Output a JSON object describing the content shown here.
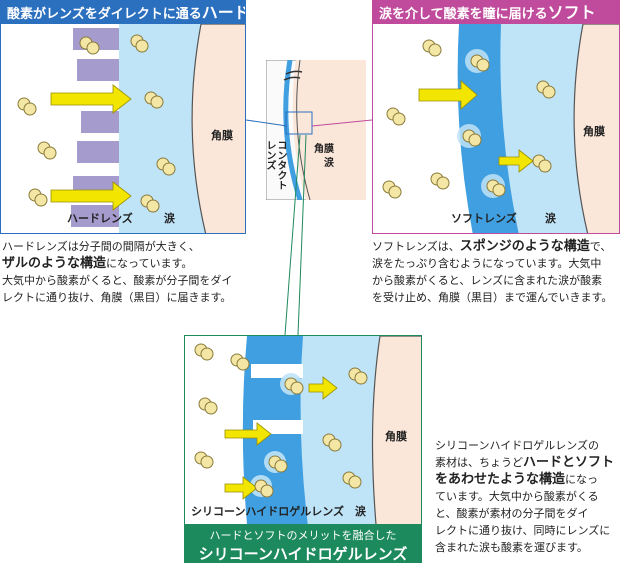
{
  "hard": {
    "title_pre": "酸素がレンズをダイレクトに通る",
    "title_big": "ハード",
    "title_color": "#2b6fbf",
    "lens_label": "ハードレンズ",
    "tear_label": "涙",
    "cornea_label": "角膜",
    "desc_1": "ハードレンズは分子間の間隔が大きく、",
    "desc_2_bold": "ザルのような構造",
    "desc_2_rest": "になっています。",
    "desc_3": "大気中から酸素がくると、酸素が分子間をダイ",
    "desc_4": "レクトに通り抜け、角膜（黒目）に届きます。"
  },
  "soft": {
    "title_pre": "涙を介して酸素を瞳に届ける",
    "title_big": "ソフト",
    "title_color": "#c04a9c",
    "lens_label": "ソフトレンズ",
    "tear_label": "涙",
    "cornea_label": "角膜",
    "desc_1_pre": "ソフトレンズは、",
    "desc_1_bold": "スポンジのような構造",
    "desc_1_post": "で、",
    "desc_2": "涙をたっぷり含むようになっています。大気中",
    "desc_3": "から酸素がくると、レンズに含まれた涙が酸素",
    "desc_4": "を受け止め、角膜（黒目）まで運んでいきます。"
  },
  "center": {
    "contact_lens_label": "コンタクトレンズ",
    "cornea_label": "角膜",
    "tear_label": "涙"
  },
  "silicone": {
    "lens_label": "シリコーンハイドロゲルレンズ",
    "tear_label": "涙",
    "cornea_label": "角膜",
    "caption_line1": "ハードとソフトのメリットを融合した",
    "caption_line2": "シリコーンハイドロゲルレンズ",
    "caption_color": "#1d8a5e",
    "desc_1": "シリコーンハイドロゲルレンズの",
    "desc_2_pre": "素材は、ちょうど",
    "desc_2_bold": "ハードとソフト",
    "desc_3_bold": "をあわせたような構造",
    "desc_3_post": "になっ",
    "desc_4": "ています。大気中から酸素がくる",
    "desc_5": "と、酸素が素材の分子間をダイ",
    "desc_6": "レクトに通り抜け、同時にレンズに",
    "desc_7": "含まれた涙も酸素を運びます。"
  },
  "oxygen_symbol": "O2",
  "colors": {
    "tear": "#bfe3f7",
    "cornea": "#fbe7da",
    "hard_lens": "#a59ccd",
    "soft_lens": "#3f9fe0",
    "arrow": "#f2e600",
    "oxygen": "#f4e7a6"
  }
}
